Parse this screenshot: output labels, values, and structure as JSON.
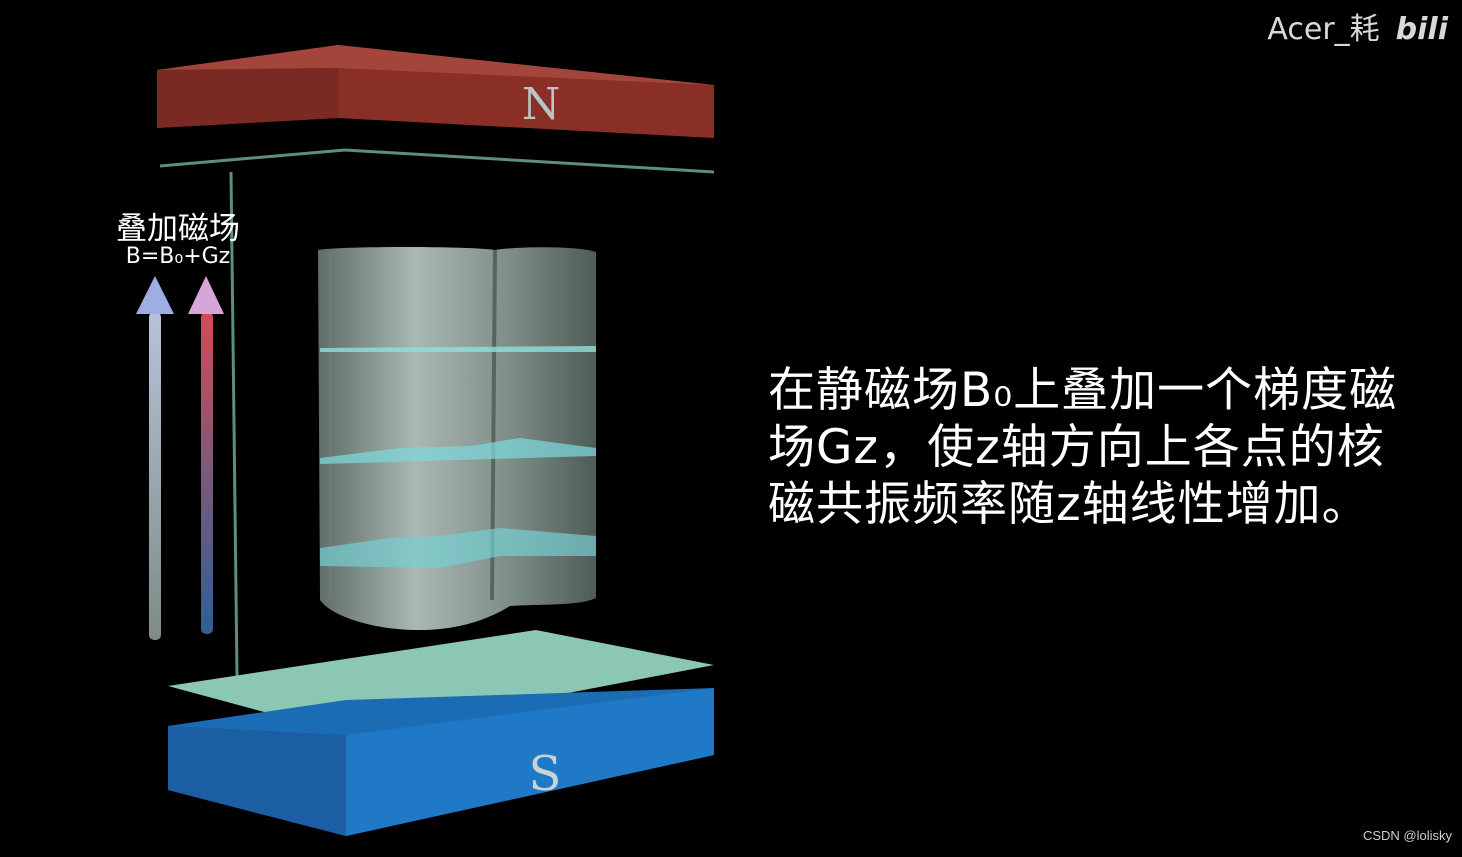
{
  "watermark": {
    "user": "Acer_耗",
    "logo": "bili"
  },
  "credit": "CSDN @lolisky",
  "magnet_north_label": "N",
  "magnet_south_label": "S",
  "field_label": {
    "title": "叠加磁场",
    "formula": "B=B₀+Gz"
  },
  "caption_lines": [
    "在静磁场B₀上叠加一个梯度磁",
    "场Gz，使z轴方向上各点的核",
    "磁共振频率随z轴线性增加。"
  ],
  "colors": {
    "background": "#000000",
    "north_magnet": "#8c3328",
    "south_magnet": "#1f78c4",
    "plate": "#8cc7b5",
    "sample": "#8a9a94",
    "slice": "#7fd6d8"
  }
}
